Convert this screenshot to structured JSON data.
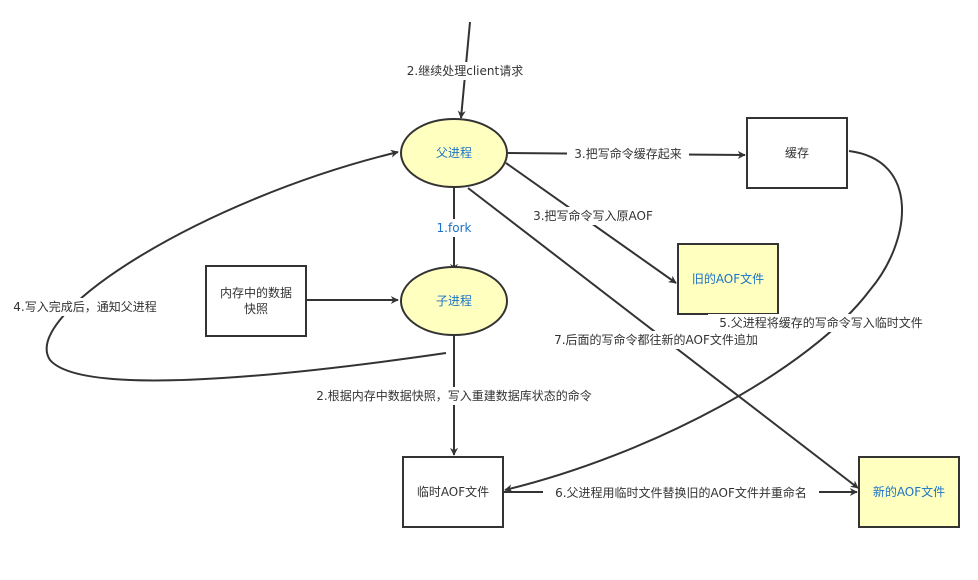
{
  "colors": {
    "stroke": "#333333",
    "highlight_fill": "#ffffc0",
    "plain_fill": "#ffffff",
    "blue_text": "#1a73c8"
  },
  "nodes": {
    "parent": {
      "label": "父进程",
      "shape": "ellipse",
      "highlighted": true
    },
    "child": {
      "label": "子进程",
      "shape": "ellipse",
      "highlighted": true
    },
    "cache": {
      "label": "缓存",
      "shape": "rect",
      "highlighted": false
    },
    "old_aof": {
      "label": "旧的AOF文件",
      "shape": "rect",
      "highlighted": true
    },
    "snapshot": {
      "label_line1": "内存中的数据",
      "label_line2": "快照",
      "shape": "rect",
      "highlighted": false
    },
    "temp_aof": {
      "label": "临时AOF文件",
      "shape": "rect",
      "highlighted": false
    },
    "new_aof": {
      "label": "新的AOF文件",
      "shape": "rect",
      "highlighted": true
    }
  },
  "edges": {
    "client_requests": "2.继续处理client请求",
    "cache_write_cmds": "3.把写命令缓存起来",
    "write_orig_aof": "3.把写命令写入原AOF",
    "fork": "1.fork",
    "notify_parent": "4.写入完成后，通知父进程",
    "flush_cache": "5.父进程将缓存的写命令写入临时文件",
    "append_new_aof": "7.后面的写命令都往新的AOF文件追加",
    "rebuild_cmds": "2.根据内存中数据快照，写入重建数据库状态的命令",
    "replace_rename": "6.父进程用临时文件替换旧的AOF文件并重命名"
  }
}
